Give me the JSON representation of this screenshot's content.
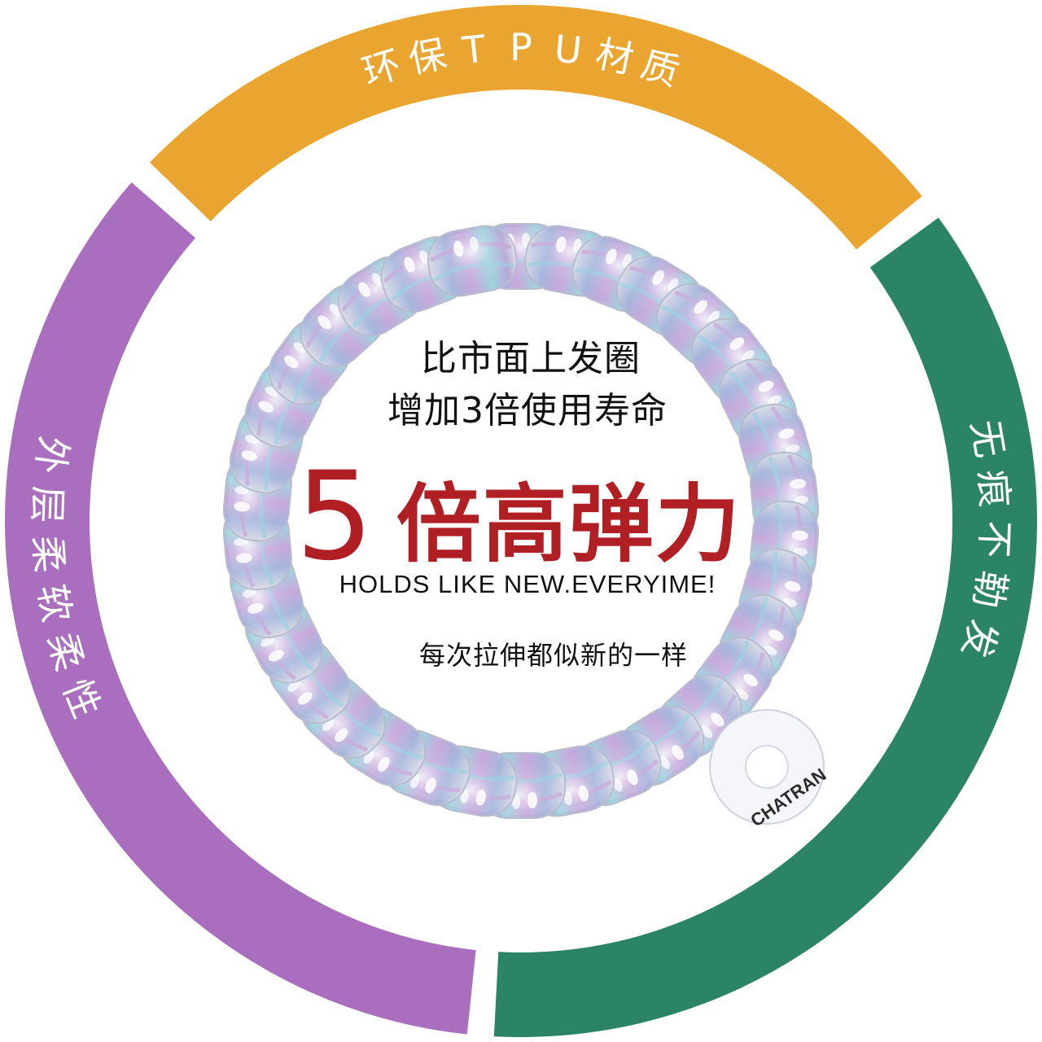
{
  "colors": {
    "orange": "#E9A52F",
    "green": "#2A8465",
    "purple": "#A96FBE",
    "accent_red": "#B01F24",
    "text": "#111111"
  },
  "ring": {
    "top_label": "环保TPU材质",
    "right_label": "无痕不勒发",
    "left_label": "外层柔软柔性"
  },
  "center": {
    "line1": "比市面上发圈",
    "line2": "增加3倍使用寿命",
    "headline_number": "5",
    "headline_text": "倍高弹力",
    "english": "HOLDS LIKE NEW.EVERYIME!",
    "tagline": "每次拉伸都似新的一样"
  },
  "product": {
    "tag_text": "CHATRAN",
    "bead_colors": [
      "#a9b4d6",
      "#c1a8d8",
      "#9fd0dc",
      "#d7c6e6"
    ]
  }
}
